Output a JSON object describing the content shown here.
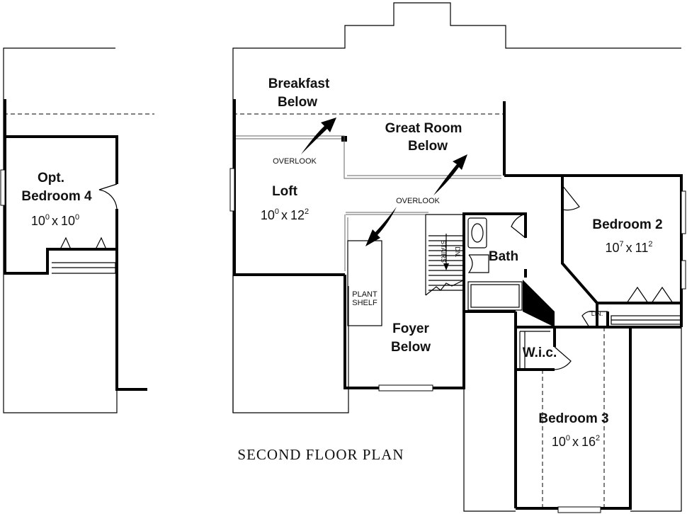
{
  "plan": {
    "title": "SECOND FLOOR PLAN",
    "rooms": {
      "opt_bedroom4": {
        "line1": "Opt.",
        "line2": "Bedroom 4",
        "dim_w": "10",
        "dim_w_sup": "0",
        "dim_l": "10",
        "dim_l_sup": "0"
      },
      "loft": {
        "name": "Loft",
        "dim_w": "10",
        "dim_w_sup": "0",
        "dim_l": "12",
        "dim_l_sup": "2"
      },
      "breakfast": {
        "line1": "Breakfast",
        "line2": "Below"
      },
      "great_room": {
        "line1": "Great Room",
        "line2": "Below"
      },
      "bedroom2": {
        "name": "Bedroom 2",
        "dim_w": "10",
        "dim_w_sup": "7",
        "dim_l": "11",
        "dim_l_sup": "2"
      },
      "bath": {
        "name": "Bath"
      },
      "foyer": {
        "line1": "Foyer",
        "line2": "Below"
      },
      "wic": {
        "name": "W.i.c."
      },
      "lin": {
        "name": "LIN."
      },
      "bedroom3": {
        "name": "Bedroom 3",
        "dim_w": "10",
        "dim_w_sup": "0",
        "dim_l": "16",
        "dim_l_sup": "2"
      }
    },
    "notes": {
      "overlook_1": "OVERLOOK",
      "overlook_2": "OVERLOOK",
      "plant_shelf_1": "PLANT",
      "plant_shelf_2": "SHELF",
      "stairs_1": "STAIRS",
      "stairs_2": "DN."
    },
    "dim_separator": "x"
  }
}
